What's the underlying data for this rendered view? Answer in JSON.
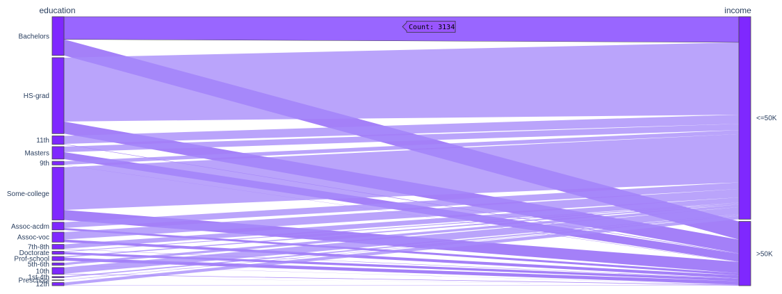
{
  "chart_data": {
    "type": "parallel_categories",
    "dimensions": [
      {
        "label": "education",
        "categories": [
          "Bachelors",
          "HS-grad",
          "11th",
          "Masters",
          "9th",
          "Some-college",
          "Assoc-acdm",
          "Assoc-voc",
          "7th-8th",
          "Doctorate",
          "Prof-school",
          "5th-6th",
          "10th",
          "1st-4th",
          "Preschool",
          "12th"
        ]
      },
      {
        "label": "income",
        "categories": [
          "<=50K",
          ">50K"
        ]
      }
    ],
    "flows": [
      {
        "education": "Bachelors",
        "income": "<=50K",
        "count": 3134
      },
      {
        "education": "Bachelors",
        "income": ">50K",
        "count": 2221
      },
      {
        "education": "HS-grad",
        "income": "<=50K",
        "count": 8826
      },
      {
        "education": "HS-grad",
        "income": ">50K",
        "count": 1675
      },
      {
        "education": "11th",
        "income": "<=50K",
        "count": 1115
      },
      {
        "education": "11th",
        "income": ">50K",
        "count": 60
      },
      {
        "education": "Masters",
        "income": "<=50K",
        "count": 764
      },
      {
        "education": "Masters",
        "income": ">50K",
        "count": 959
      },
      {
        "education": "9th",
        "income": "<=50K",
        "count": 487
      },
      {
        "education": "9th",
        "income": ">50K",
        "count": 27
      },
      {
        "education": "Some-college",
        "income": "<=50K",
        "count": 5904
      },
      {
        "education": "Some-college",
        "income": ">50K",
        "count": 1387
      },
      {
        "education": "Assoc-acdm",
        "income": "<=50K",
        "count": 802
      },
      {
        "education": "Assoc-acdm",
        "income": ">50K",
        "count": 265
      },
      {
        "education": "Assoc-voc",
        "income": "<=50K",
        "count": 1021
      },
      {
        "education": "Assoc-voc",
        "income": ">50K",
        "count": 361
      },
      {
        "education": "7th-8th",
        "income": "<=50K",
        "count": 606
      },
      {
        "education": "7th-8th",
        "income": ">50K",
        "count": 40
      },
      {
        "education": "Doctorate",
        "income": "<=50K",
        "count": 107
      },
      {
        "education": "Doctorate",
        "income": ">50K",
        "count": 306
      },
      {
        "education": "Prof-school",
        "income": "<=50K",
        "count": 153
      },
      {
        "education": "Prof-school",
        "income": ">50K",
        "count": 423
      },
      {
        "education": "5th-6th",
        "income": "<=50K",
        "count": 317
      },
      {
        "education": "5th-6th",
        "income": ">50K",
        "count": 16
      },
      {
        "education": "10th",
        "income": "<=50K",
        "count": 871
      },
      {
        "education": "10th",
        "income": ">50K",
        "count": 62
      },
      {
        "education": "1st-4th",
        "income": "<=50K",
        "count": 162
      },
      {
        "education": "1st-4th",
        "income": ">50K",
        "count": 6
      },
      {
        "education": "Preschool",
        "income": "<=50K",
        "count": 51
      },
      {
        "education": "Preschool",
        "income": ">50K",
        "count": 0
      },
      {
        "education": "12th",
        "income": "<=50K",
        "count": 400
      },
      {
        "education": "12th",
        "income": ">50K",
        "count": 33
      }
    ],
    "highlighted_flow": {
      "education": "Bachelors",
      "income": "<=50K"
    },
    "tooltip": "Count: 3134",
    "colors": {
      "bar": "#7f28fe",
      "bar_stroke": "#444444",
      "ribbon_light": "#a78bfa",
      "ribbon_dark": "#8b5cf6",
      "ribbon_highlight": "#9966ff",
      "tooltip_bg": "#9955ff"
    }
  }
}
